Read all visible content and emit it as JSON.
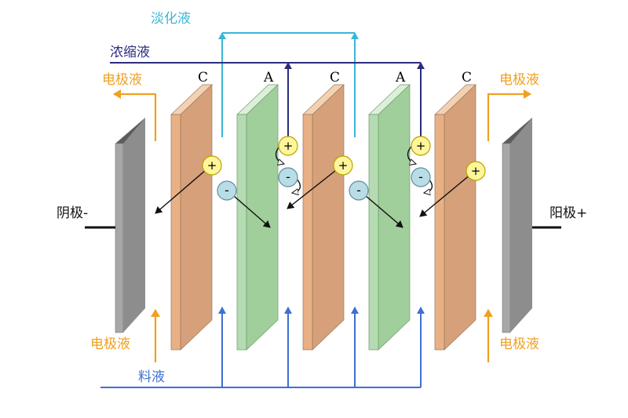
{
  "labels": {
    "diluate": "淡化液",
    "concentrate": "浓缩液",
    "electrolyte_top_left": "电极液",
    "electrolyte_top_right": "电极液",
    "electrolyte_bottom_left": "电极液",
    "electrolyte_bottom_right": "电极液",
    "feed": "料液",
    "cathode": "阴极-",
    "anode": "阳极+"
  },
  "membranes": [
    {
      "type": "C"
    },
    {
      "type": "A"
    },
    {
      "type": "C"
    },
    {
      "type": "A"
    },
    {
      "type": "C"
    }
  ],
  "ions": {
    "cation_sign": "+",
    "anion_sign": "-"
  },
  "colors": {
    "diluate_line": "#3ab6d6",
    "concentrate_line": "#2a2d7c",
    "feed_line": "#3f6fd1",
    "electrolyte": "#f0a020",
    "cation_membrane": "#e8b084",
    "anion_membrane": "#b4dbb1",
    "electrode": "#9a9a9a",
    "cation_ion": "#fff59a",
    "anion_ion": "#b9dde6"
  }
}
